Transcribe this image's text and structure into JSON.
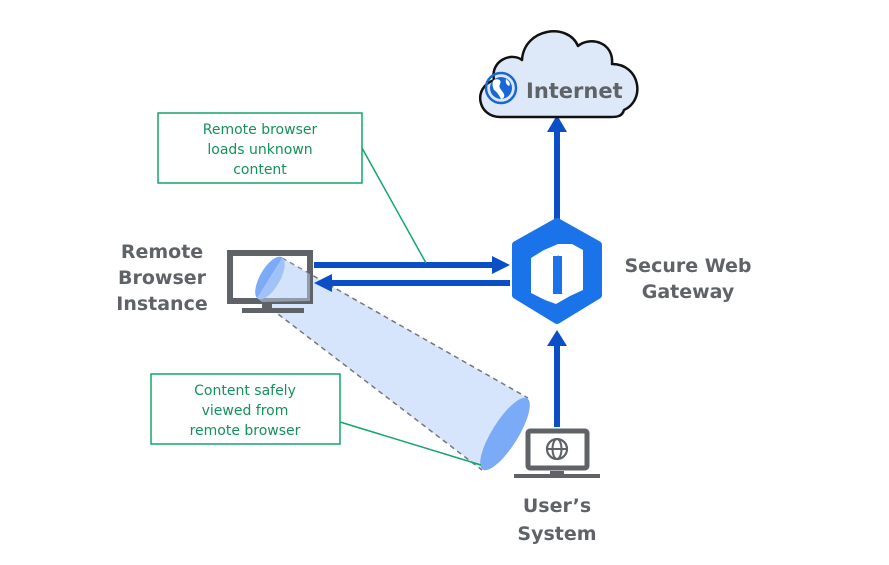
{
  "colors": {
    "arrow": "#0b4fc7",
    "gateway": "#1a73e8",
    "device": "#5f6368",
    "cloud_fill": "#dde8f8",
    "beam_fill": "#cfe0fb",
    "beam_end": "#7baaf7",
    "callout": "#13a66b"
  },
  "nodes": {
    "internet": {
      "label": "Internet",
      "icon": "globe-icon"
    },
    "gateway": {
      "line1": "Secure Web",
      "line2": "Gateway",
      "icon": "gateway-hexagon-icon"
    },
    "remote_browser": {
      "line1": "Remote",
      "line2": "Browser",
      "line3": "Instance",
      "icon": "monitor-icon"
    },
    "user_system": {
      "line1": "User’s",
      "line2": "System",
      "icon": "laptop-icon"
    }
  },
  "callouts": {
    "loads": {
      "line1": "Remote browser",
      "line2": "loads unknown",
      "line3": "content"
    },
    "viewed": {
      "line1": "Content safely",
      "line2": "viewed from",
      "line3": "remote browser"
    }
  }
}
